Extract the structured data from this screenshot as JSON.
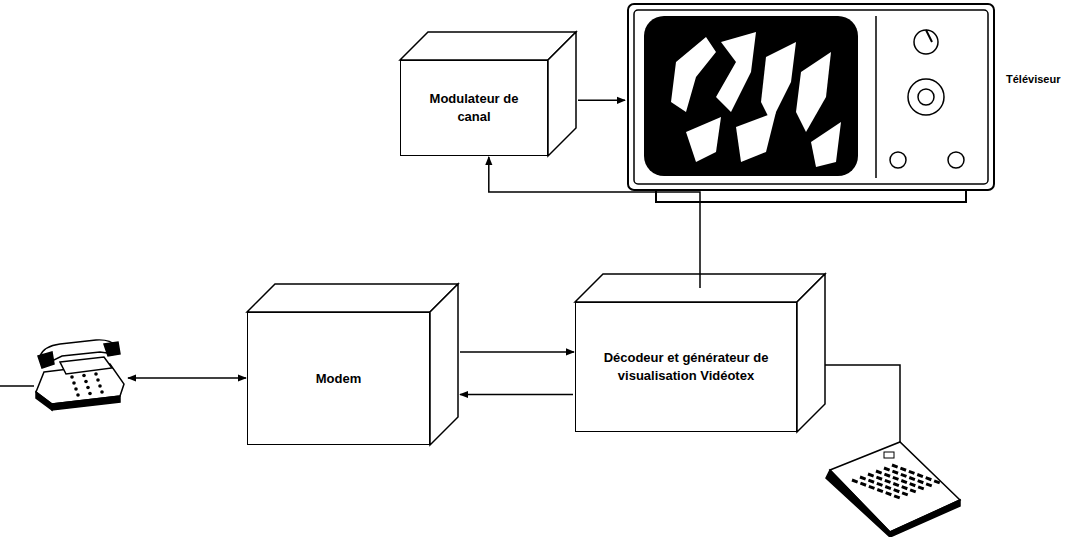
{
  "diagram": {
    "nodes": [
      {
        "text": [
          "Modulateur de canal"
        ]
      },
      {
        "text": [
          "Téléviseur"
        ]
      },
      {
        "text": [
          "Modem"
        ]
      },
      {
        "text": [
          "Décodeur et générateur de visualisation Vidéotex"
        ]
      }
    ],
    "edges": [
      {
        "from": 0,
        "to": 1,
        "arrow": "to"
      },
      {
        "from": 3,
        "to": 0,
        "arrow": "to"
      },
      {
        "from": 2,
        "to": 3,
        "arrow": "to"
      },
      {
        "from": 3,
        "to": 2,
        "arrow": "to"
      }
    ]
  }
}
